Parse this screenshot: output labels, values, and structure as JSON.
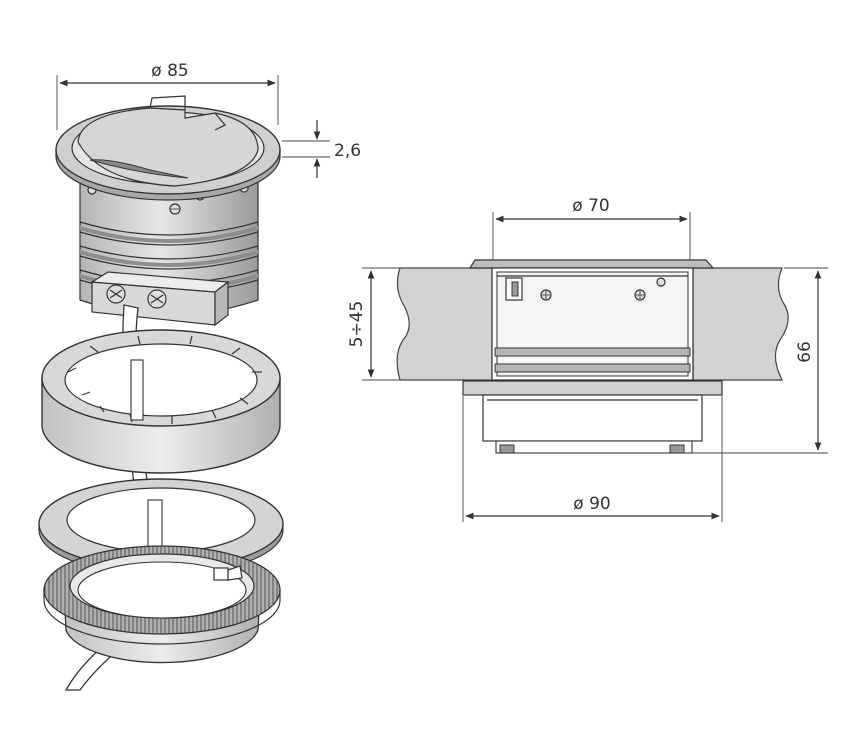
{
  "dimensions": {
    "top_diameter": "ø 85",
    "flange_thickness": "2,6",
    "inner_diameter": "ø 70",
    "panel_thickness": "5÷45",
    "total_height": "66",
    "bottom_diameter": "ø 90"
  },
  "colors": {
    "line": "#333333",
    "metal": "#c9c9c9",
    "panel": "#d2d2d2"
  }
}
